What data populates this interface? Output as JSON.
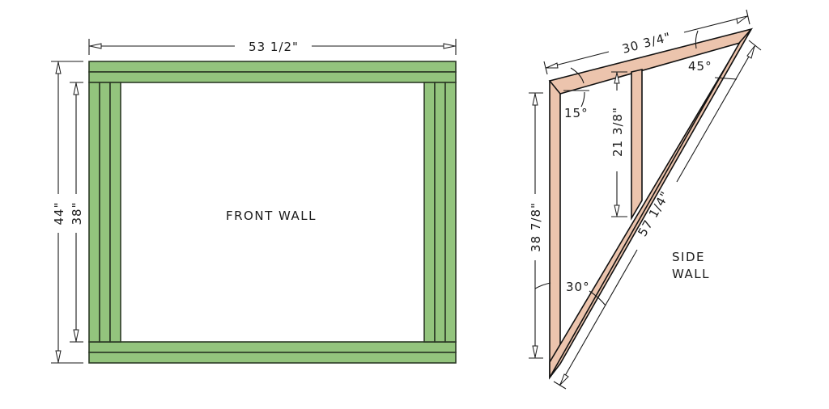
{
  "front_wall": {
    "title": "FRONT WALL",
    "color": "#93c47d",
    "dimensions": {
      "width": "53 1/2\"",
      "height_outer": "44\"",
      "height_inner": "38\""
    },
    "members": {
      "top_plates": 2,
      "bottom_plates": 2,
      "left_studs": 3,
      "right_studs": 3
    }
  },
  "side_wall": {
    "title_line1": "SIDE",
    "title_line2": "WALL",
    "color": "#ecc4ad",
    "dimensions": {
      "top_rafter": "30 3/4\"",
      "post_height": "38 7/8\"",
      "mid_stud": "21 3/8\"",
      "diagonal": "57 1/4\""
    },
    "angles": {
      "top_left": "15°",
      "top_right": "45°",
      "bottom": "30°"
    }
  }
}
